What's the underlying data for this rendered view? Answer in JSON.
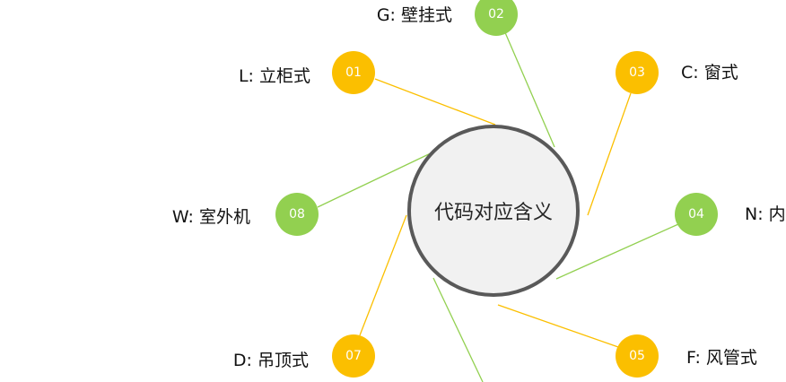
{
  "center": {
    "label": "代码对应含义"
  },
  "colors": {
    "amber": "#fbbf00",
    "green": "#92d050",
    "hub_border": "#595959",
    "hub_fill": "#f1f1f1"
  },
  "nodes": [
    {
      "id": "01",
      "text": "L: 立柜式",
      "color": "#fbbf00"
    },
    {
      "id": "02",
      "text": "G: 壁挂式",
      "color": "#92d050"
    },
    {
      "id": "03",
      "text": "C: 窗式",
      "color": "#fbbf00"
    },
    {
      "id": "04",
      "text": "N: 内",
      "color": "#92d050"
    },
    {
      "id": "05",
      "text": "F: 风管式",
      "color": "#fbbf00"
    },
    {
      "id": "07",
      "text": "D: 吊顶式",
      "color": "#fbbf00"
    },
    {
      "id": "08",
      "text": "W: 室外机",
      "color": "#92d050"
    }
  ]
}
